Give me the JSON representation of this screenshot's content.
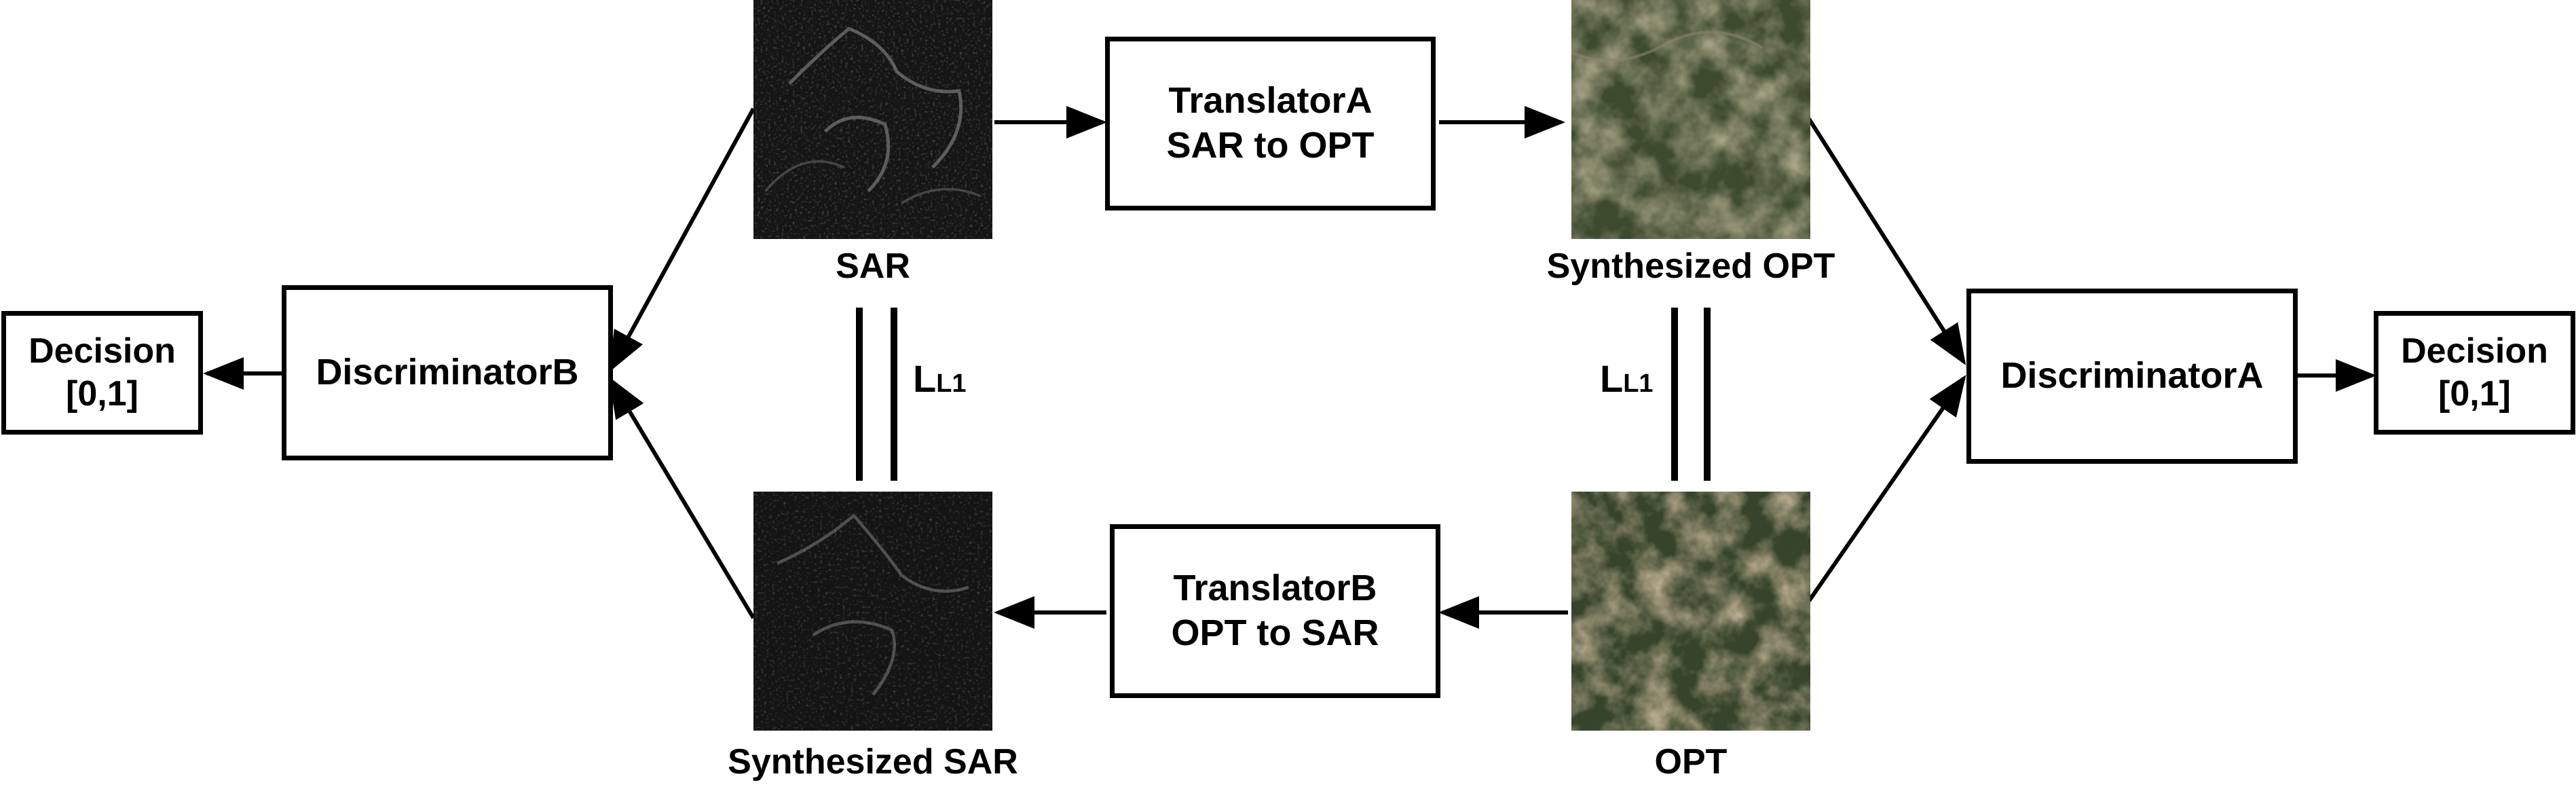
{
  "boxes": {
    "translator_a": {
      "line1": "TranslatorA",
      "line2": "SAR to OPT"
    },
    "translator_b": {
      "line1": "TranslatorB",
      "line2": "OPT to SAR"
    },
    "discriminator_a": {
      "label": "DiscriminatorA"
    },
    "discriminator_b": {
      "label": "DiscriminatorB"
    },
    "decision_left": {
      "line1": "Decision",
      "line2": "[0,1]"
    },
    "decision_right": {
      "line1": "Decision",
      "line2": "[0,1]"
    }
  },
  "images": {
    "sar": {
      "caption": "SAR"
    },
    "synth_opt": {
      "caption": "Synthesized OPT"
    },
    "synth_sar": {
      "caption": "Synthesized SAR"
    },
    "opt": {
      "caption": "OPT"
    }
  },
  "losses": {
    "left": {
      "main": "L",
      "sub": "L1"
    },
    "right": {
      "main": "L",
      "sub": "L1"
    }
  }
}
